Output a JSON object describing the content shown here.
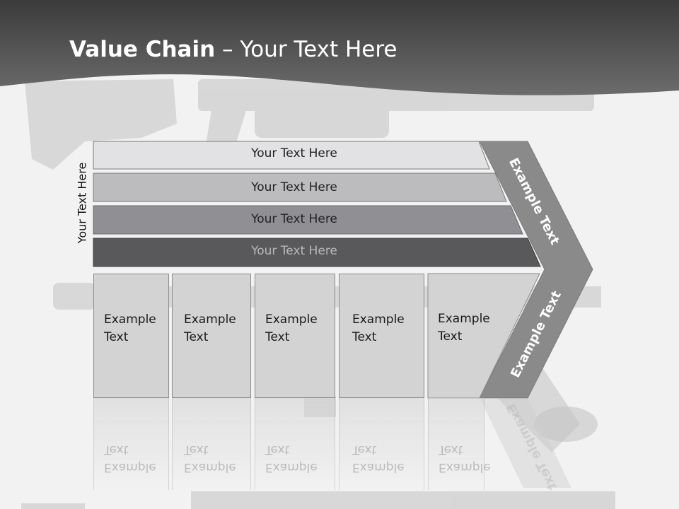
{
  "title": {
    "bold": "Value Chain",
    "rest": " – Your Text Here"
  },
  "side_label": "Your Text Here",
  "rows": [
    {
      "label": "Your Text Here",
      "color": "#e2e2e4",
      "text_color": "#222222"
    },
    {
      "label": "Your Text Here",
      "color": "#bcbcbe",
      "text_color": "#222222"
    },
    {
      "label": "Your Text Here",
      "color": "#909094",
      "text_color": "#222222"
    },
    {
      "label": "Your Text Here",
      "color": "#59595b",
      "text_color": "#b8b8b8"
    }
  ],
  "boxes": [
    {
      "line1": "Example",
      "line2": "Text"
    },
    {
      "line1": "Example",
      "line2": "Text"
    },
    {
      "line1": "Example",
      "line2": "Text"
    },
    {
      "line1": "Example",
      "line2": "Text"
    },
    {
      "line1": "Example",
      "line2": "Text"
    }
  ],
  "chevron": {
    "upper": "Example Text",
    "lower": "Example Text",
    "color": "#8a8a8a"
  }
}
